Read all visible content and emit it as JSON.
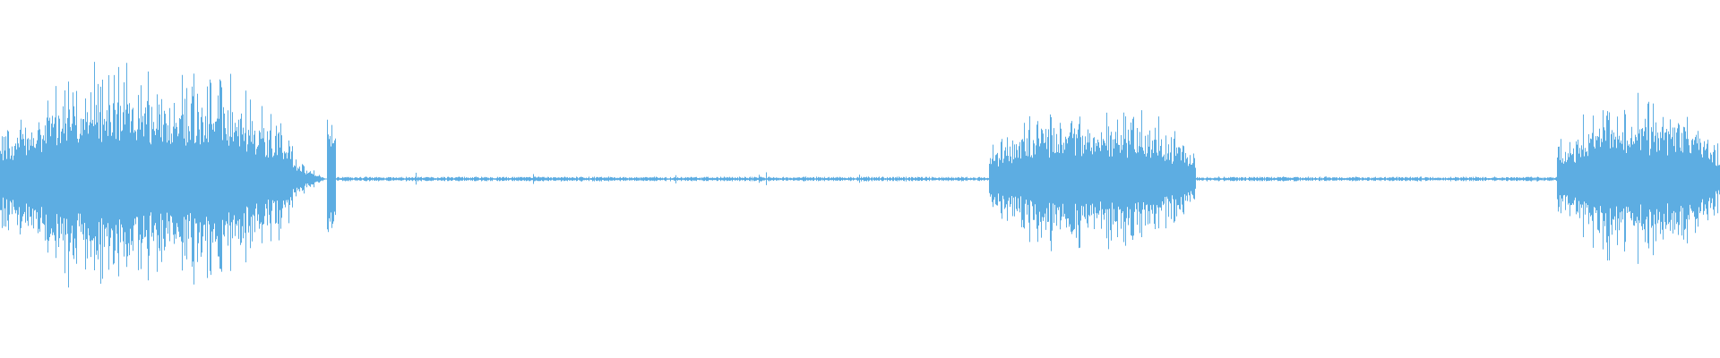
{
  "waveform": {
    "color": "#5dade2",
    "background": "#ffffff",
    "duration_fraction_segments": [
      {
        "start": 0.0,
        "end": 0.17,
        "peak": 0.58,
        "kind": "burst"
      },
      {
        "start": 0.17,
        "end": 0.19,
        "peak": 0.12,
        "kind": "decay"
      },
      {
        "start": 0.19,
        "end": 0.195,
        "peak": 0.3,
        "kind": "click"
      },
      {
        "start": 0.195,
        "end": 0.575,
        "peak": 0.012,
        "kind": "silence"
      },
      {
        "start": 0.575,
        "end": 0.695,
        "peak": 0.38,
        "kind": "burst"
      },
      {
        "start": 0.695,
        "end": 0.905,
        "peak": 0.012,
        "kind": "silence"
      },
      {
        "start": 0.905,
        "end": 1.0,
        "peak": 0.42,
        "kind": "burst"
      }
    ]
  }
}
